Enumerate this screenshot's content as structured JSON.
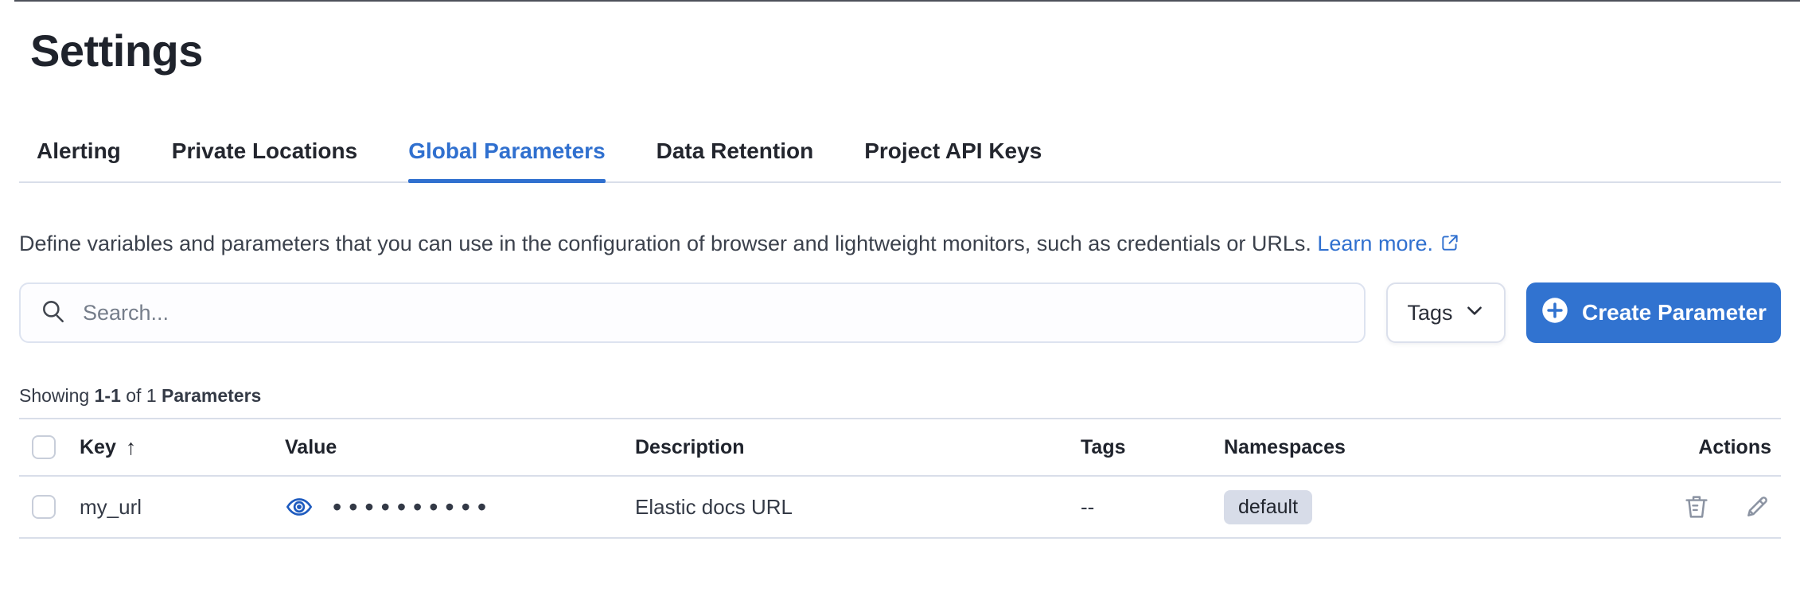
{
  "page": {
    "title": "Settings"
  },
  "tabs": [
    {
      "label": "Alerting",
      "active": false
    },
    {
      "label": "Private Locations",
      "active": false
    },
    {
      "label": "Global Parameters",
      "active": true
    },
    {
      "label": "Data Retention",
      "active": false
    },
    {
      "label": "Project API Keys",
      "active": false
    }
  ],
  "description": {
    "text": "Define variables and parameters that you can use in the configuration of browser and lightweight monitors, such as credentials or URLs.",
    "link_label": "Learn more."
  },
  "toolbar": {
    "search_placeholder": "Search...",
    "tags_label": "Tags",
    "create_button_label": "Create Parameter"
  },
  "summary": {
    "prefix": "Showing",
    "range": "1-1",
    "middle": "of 1",
    "entity": "Parameters"
  },
  "table": {
    "columns": [
      "Key",
      "Value",
      "Description",
      "Tags",
      "Namespaces",
      "Actions"
    ],
    "sort": {
      "column": "Key",
      "direction": "ascending",
      "arrow": "↑"
    },
    "rows": [
      {
        "key": "my_url",
        "value_masked": "••••••••••",
        "description": "Elastic docs URL",
        "tags": "--",
        "namespace": "default"
      }
    ]
  },
  "colors": {
    "accent_blue": "#3070cf",
    "eye_icon_blue": "#1e5bbf",
    "badge_background": "#d7dce8",
    "icon_gray": "#8b93a2",
    "divider": "#d9dee9"
  }
}
